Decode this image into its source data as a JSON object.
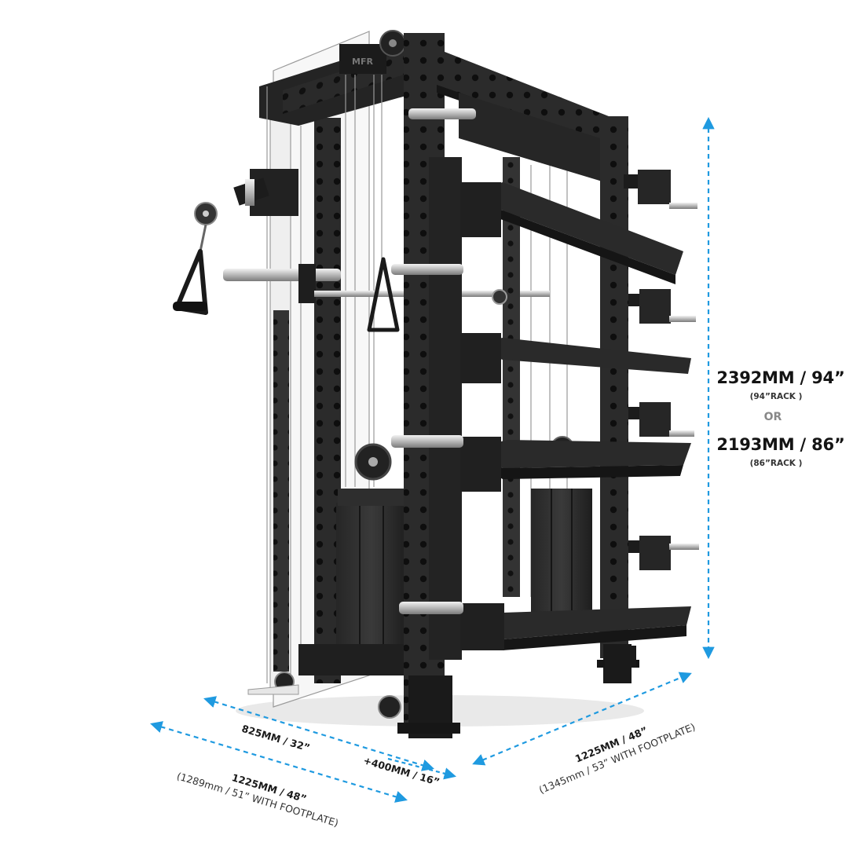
{
  "product": {
    "logo_text": "MFR"
  },
  "height": {
    "primary": "2392MM / 94”",
    "primary_note": "(94”RACK )",
    "separator": "OR",
    "secondary": "2193MM / 86”",
    "secondary_note": "(86”RACK )"
  },
  "depth_inner": {
    "label": "825MM / 32”"
  },
  "depth_extension": {
    "label": "+400MM / 16”"
  },
  "depth_total": {
    "label": "1225MM / 48”",
    "note": "(1289mm / 51” WITH FOOTPLATE)"
  },
  "width": {
    "label": "1225MM / 48”",
    "note": "(1345mm / 53” WITH FOOTPLATE)"
  },
  "colors": {
    "arrow": "#1f9ae0",
    "frame": "#2b2b2b",
    "frame_dark": "#1a1a1a",
    "chrome": "#cfcfcf"
  }
}
